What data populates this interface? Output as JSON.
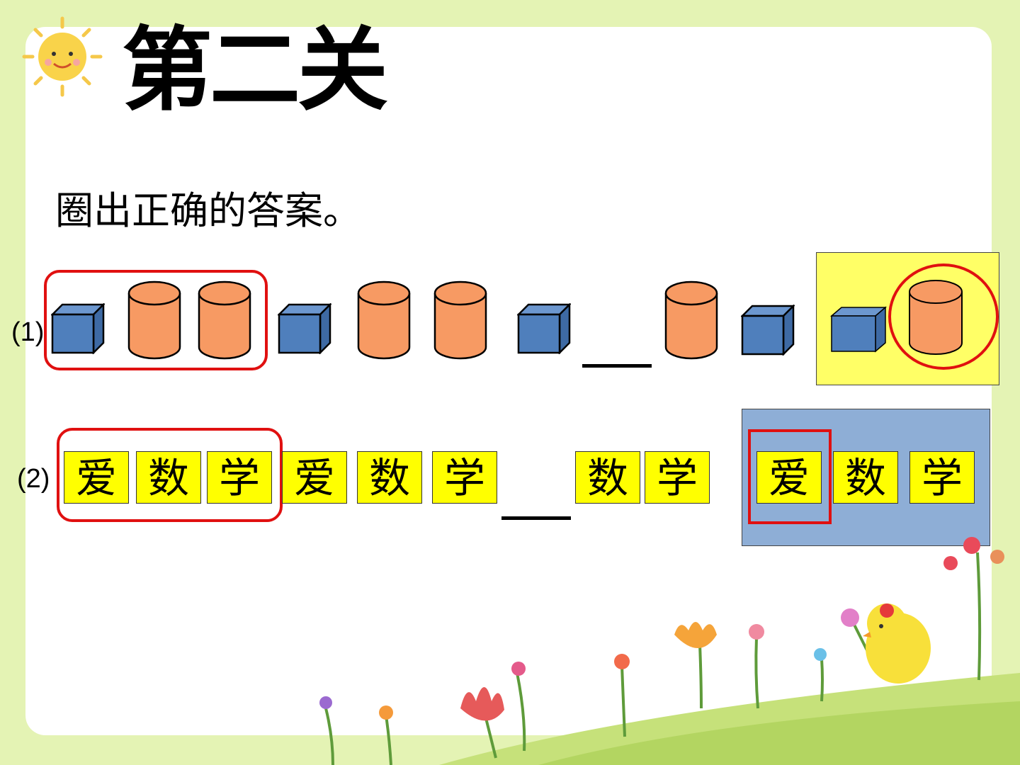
{
  "slide": {
    "title": "第二关",
    "instruction": "圈出正确的答案。",
    "colors": {
      "background": "#e4f3b4",
      "cube": "#4f7fbc",
      "cylinder": "#f79a63",
      "tile": "#ffff00",
      "answer_box_1": "#ffff66",
      "answer_box_2": "#8eaed6",
      "mark": "#e01010"
    }
  },
  "question1": {
    "label": "(1)",
    "sequence": [
      "cube-icon",
      "cylinder-icon",
      "cylinder-icon",
      "cube-icon",
      "cylinder-icon",
      "cylinder-icon",
      "cube-icon",
      "blank",
      "cylinder-icon",
      "cube-icon"
    ],
    "options": [
      "cube-icon",
      "cylinder-icon"
    ],
    "selected_option": "cylinder-icon"
  },
  "question2": {
    "label": "(2)",
    "tiles": [
      "爱",
      "数",
      "学",
      "爱",
      "数",
      "学",
      "数",
      "学"
    ],
    "options": [
      "爱",
      "数",
      "学"
    ],
    "selected_option": "爱"
  }
}
